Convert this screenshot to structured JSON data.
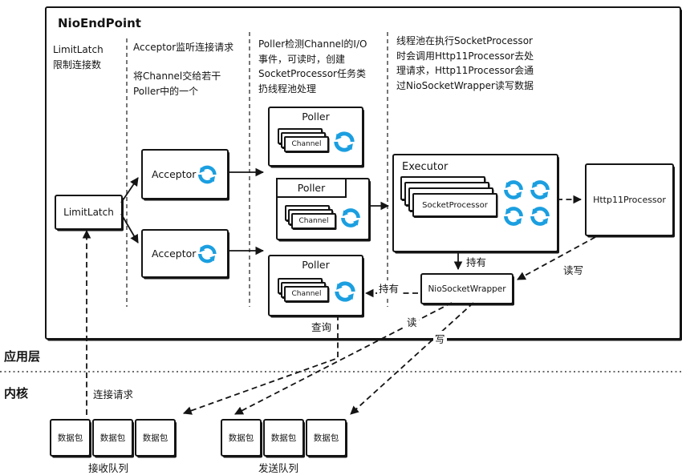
{
  "endpoint": {
    "title": "NioEndPoint",
    "notes": [
      "LimitLatch\n限制连接数",
      "Acceptor监听连接请求",
      "将Channel交给若干\nPoller中的一个",
      "Poller检测Channel的I/O\n事件，可读时，创建\nSocketProcessor任务类\n扔线程池处理",
      "线程池在执行SocketProcessor\n时会调用Http11Processor去处\n理请求，Http11Processor会通\n过NioSocketWrapper读写数据"
    ],
    "limitlatch_label": "LimitLatch",
    "acceptor_label": "Acceptor",
    "poller_label": "Poller",
    "channel_label": "Channel",
    "executor_label": "Executor",
    "socketprocessor_label": "SocketProcessor",
    "http11processor_label": "Http11Processor",
    "niosocketwrapper_label": "NioSocketWrapper"
  },
  "edges": {
    "hold": "持有",
    "readwrite": "读写",
    "query": "查询",
    "read": "读",
    "write": "写",
    "connect_request": "连接请求"
  },
  "layers": {
    "application": "应用层",
    "kernel": "内核"
  },
  "queues": {
    "packet": "数据包",
    "receive": "接收队列",
    "send": "发送队列"
  },
  "colors": {
    "accent": "#1b9fe0",
    "stroke": "#141414"
  }
}
